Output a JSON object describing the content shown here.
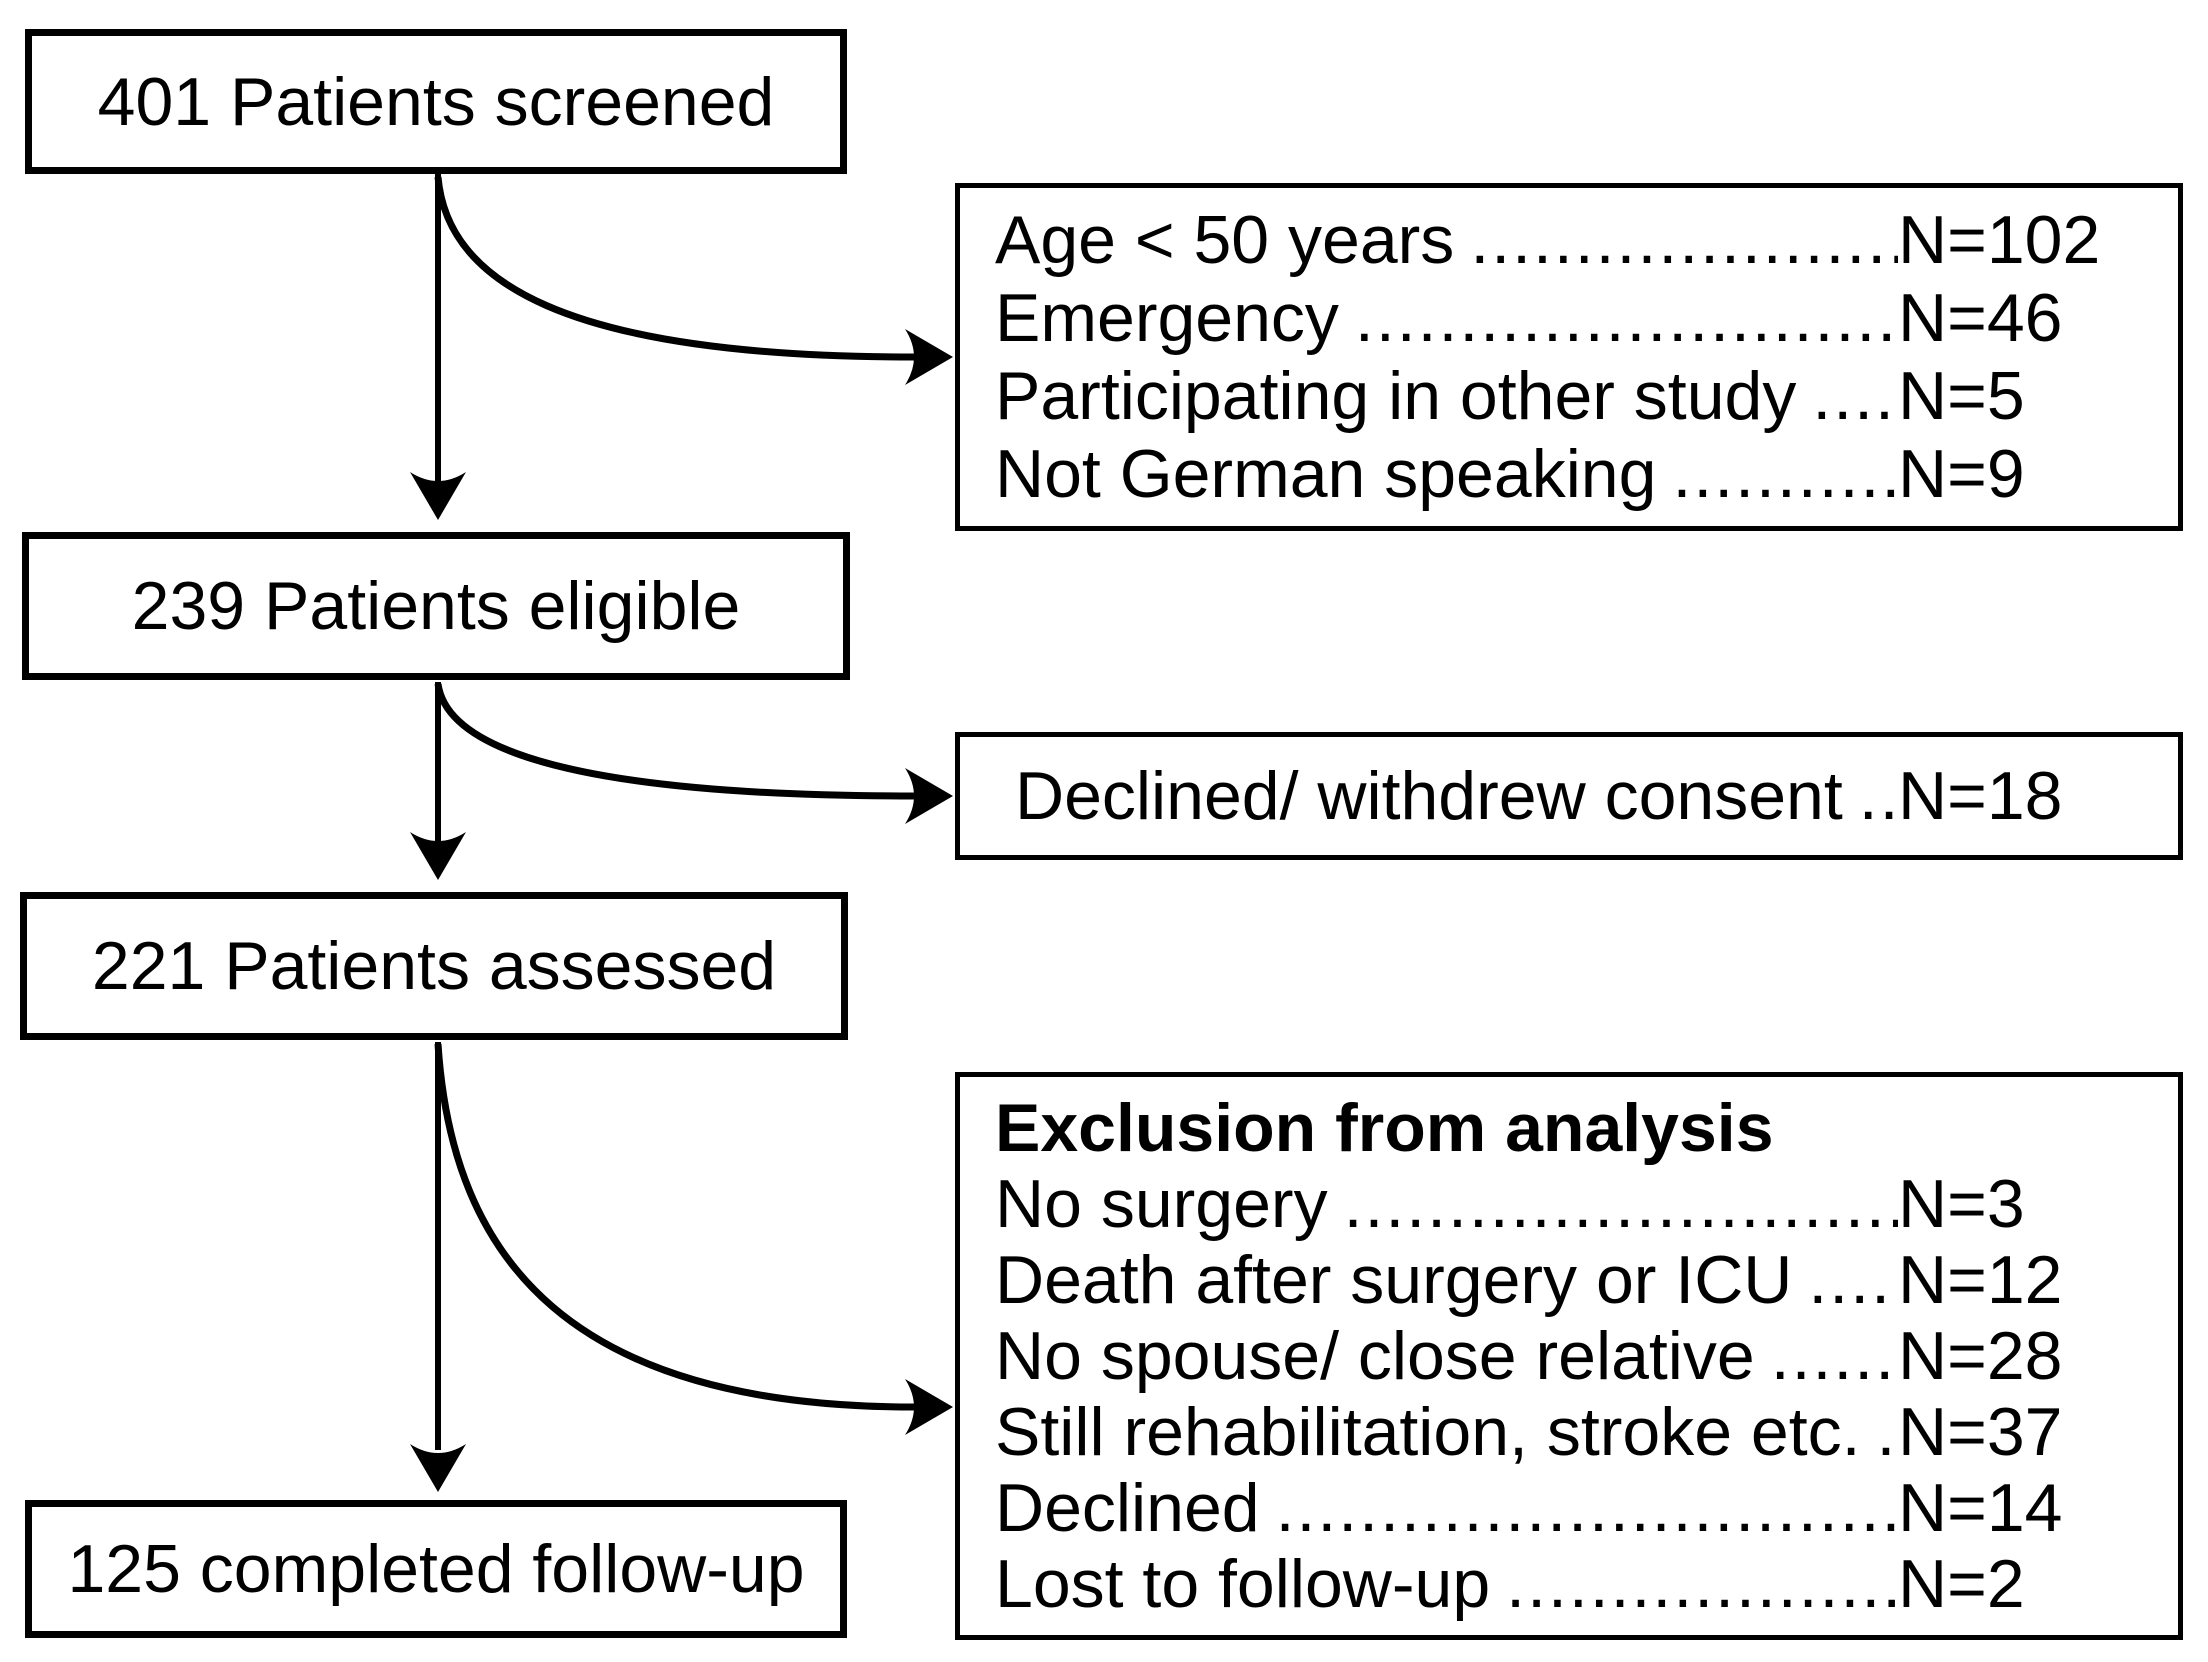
{
  "colors": {
    "background": "#ffffff",
    "line": "#000000",
    "text": "#000000"
  },
  "flow": {
    "boxes": [
      {
        "label": "401 Patients screened"
      },
      {
        "label": "239 Patients eligible"
      },
      {
        "label": "221 Patients assessed"
      },
      {
        "label": "125 completed follow-up"
      }
    ]
  },
  "exclusions": {
    "screening": {
      "items": [
        {
          "label": "Age < 50 years",
          "dots": "........................",
          "n": "N=102"
        },
        {
          "label": "Emergency",
          "dots": "..............................",
          "n": "N=46"
        },
        {
          "label": "Participating in other study",
          "dots": ".........",
          "n": "N=5"
        },
        {
          "label": "Not German speaking",
          "dots": "...............",
          "n": "N=9"
        }
      ]
    },
    "consent": {
      "items": [
        {
          "label": "Declined/ withdrew consent",
          "dots": "......",
          "n": "N=18"
        }
      ]
    },
    "analysis": {
      "title": "Exclusion from analysis",
      "items": [
        {
          "label": "No surgery",
          "dots": "..............................",
          "n": "N=3"
        },
        {
          "label": "Death after surgery or ICU",
          "dots": ".........",
          "n": "N=12"
        },
        {
          "label": "No spouse/ close relative",
          "dots": "..........",
          "n": "N=28"
        },
        {
          "label": "Still rehabilitation, stroke etc.",
          "dots": ".....",
          "n": "N=37"
        },
        {
          "label": "Declined",
          "dots": ".................................",
          "n": "N=14"
        },
        {
          "label": "Lost to follow-up",
          "dots": "......................",
          "n": "N=2"
        }
      ]
    }
  }
}
